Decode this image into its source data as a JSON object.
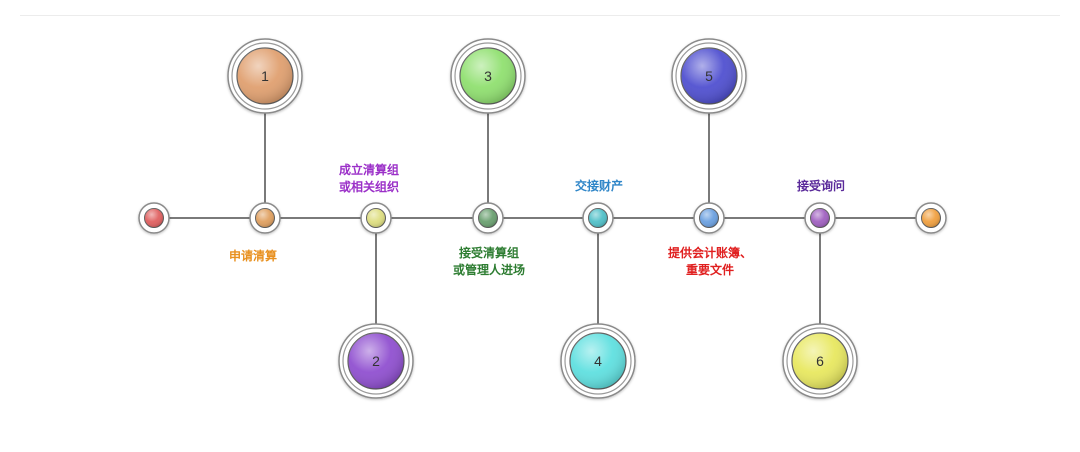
{
  "colors": {
    "line": "#7a7a7a",
    "ring_fill": "#ffffff",
    "ring_stroke": "#6f6f6f"
  },
  "timeline": {
    "nodes": [
      {
        "id": "start",
        "color": "#e06060"
      },
      {
        "id": "n1",
        "color": "#e0a060"
      },
      {
        "id": "n2",
        "color": "#dede80"
      },
      {
        "id": "n3",
        "color": "#6aa070"
      },
      {
        "id": "n4",
        "color": "#50c0c8"
      },
      {
        "id": "n5",
        "color": "#6ba0e0"
      },
      {
        "id": "n6",
        "color": "#a060c0"
      },
      {
        "id": "end",
        "color": "#f0a040"
      }
    ]
  },
  "milestones": [
    {
      "number": "1",
      "side": "top",
      "color": "#e0a070"
    },
    {
      "number": "2",
      "side": "bottom",
      "color": "#9050d0"
    },
    {
      "number": "3",
      "side": "top",
      "color": "#90e070"
    },
    {
      "number": "4",
      "side": "bottom",
      "color": "#60e0e0"
    },
    {
      "number": "5",
      "side": "top",
      "color": "#5050d0"
    },
    {
      "number": "6",
      "side": "bottom",
      "color": "#e8e860"
    }
  ],
  "steps": [
    {
      "lines": [
        "申请清算"
      ],
      "color": "#e8901f"
    },
    {
      "lines": [
        "成立清算组",
        "或相关组织"
      ],
      "color": "#9b30c8"
    },
    {
      "lines": [
        "接受清算组",
        "或管理人进场"
      ],
      "color": "#2e7d32"
    },
    {
      "lines": [
        "交接财产"
      ],
      "color": "#2f86c8"
    },
    {
      "lines": [
        "提供会计账簿、",
        "重要文件"
      ],
      "color": "#e02020"
    },
    {
      "lines": [
        "接受询问"
      ],
      "color": "#5a2a9a"
    }
  ]
}
